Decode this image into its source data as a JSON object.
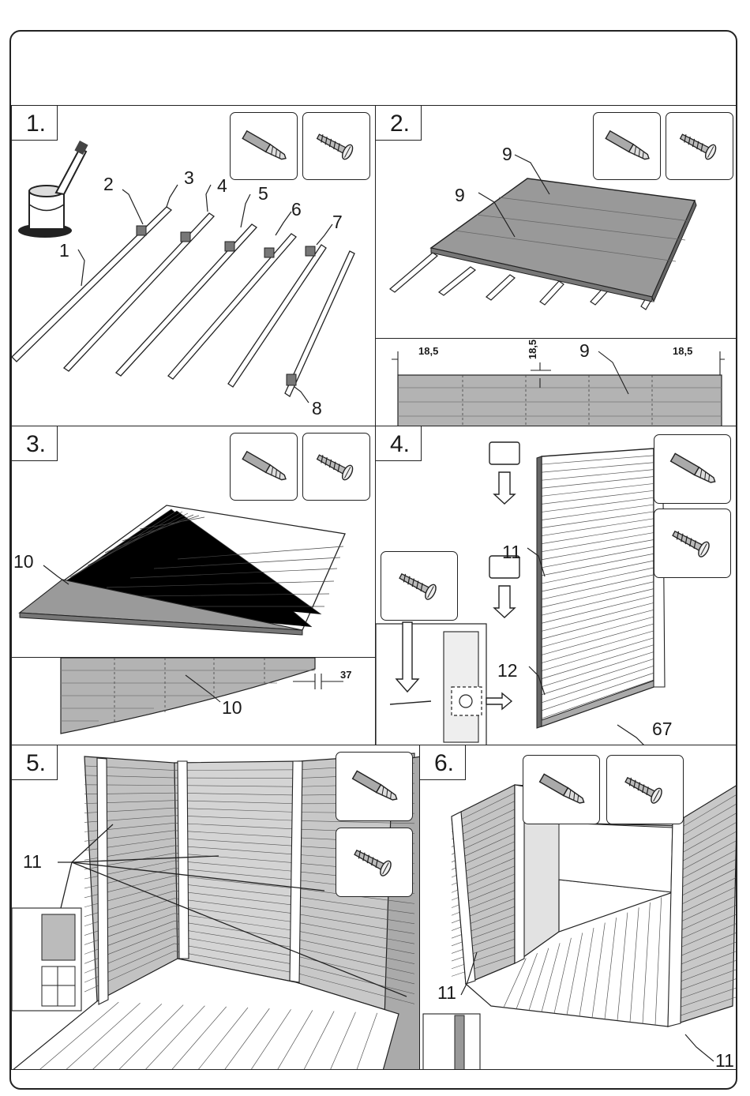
{
  "steps": [
    {
      "number": "1.",
      "callouts": [
        "1",
        "2",
        "3",
        "4",
        "5",
        "6",
        "7",
        "8"
      ],
      "tools": [
        "drill-bit-icon",
        "screw-icon"
      ]
    },
    {
      "number": "2.",
      "callouts": [
        "9",
        "9",
        "9"
      ],
      "dimensions": [
        "18,5",
        "18,5",
        "18,5"
      ],
      "tools": [
        "drill-bit-icon",
        "screw-icon"
      ]
    },
    {
      "number": "3.",
      "callouts": [
        "10",
        "10"
      ],
      "dimensions": [
        "37"
      ],
      "tools": [
        "drill-bit-icon",
        "screw-icon"
      ]
    },
    {
      "number": "4.",
      "callouts": [
        "11",
        "12",
        "67"
      ],
      "tools": [
        "drill-bit-icon",
        "screw-icon",
        "screw-icon"
      ]
    },
    {
      "number": "5.",
      "callouts": [
        "11"
      ],
      "tools": [
        "drill-bit-icon",
        "screw-icon"
      ]
    },
    {
      "number": "6.",
      "callouts": [
        "11",
        "11"
      ],
      "tools": [
        "drill-bit-icon",
        "screw-icon"
      ]
    }
  ],
  "colors": {
    "ink": "#1a1a1a",
    "board_gray": "#9a9a9a",
    "wall_gray": "#b8b8b8",
    "light_gray": "#d8d8d8"
  }
}
